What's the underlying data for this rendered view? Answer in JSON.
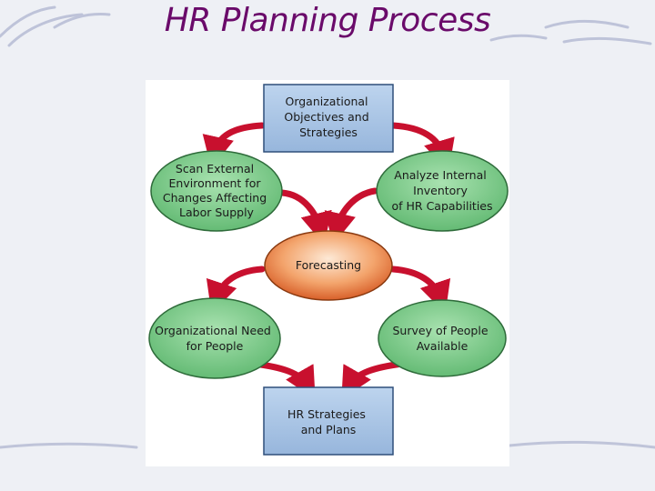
{
  "title": "HR Planning Process",
  "colors": {
    "title": "#6a0a6a",
    "rect_fill": "#a8c4e4",
    "ellipse_fill": "#7ccc8a",
    "center_fill": "#f08a4a",
    "arrow": "#c8102e",
    "background": "#eef0f5"
  },
  "nodes": {
    "objectives": [
      "Organizational",
      "Objectives and",
      "Strategies"
    ],
    "scan": [
      "Scan External",
      "Environment for",
      "Changes Affecting",
      "Labor Supply"
    ],
    "analyze": [
      "Analyze Internal",
      "Inventory",
      "of HR Capabilities"
    ],
    "forecasting": [
      "Forecasting"
    ],
    "need": [
      "Organizational Need",
      "for People"
    ],
    "survey": [
      "Survey of People",
      "Available"
    ],
    "plans": [
      "HR Strategies",
      "and Plans"
    ]
  }
}
